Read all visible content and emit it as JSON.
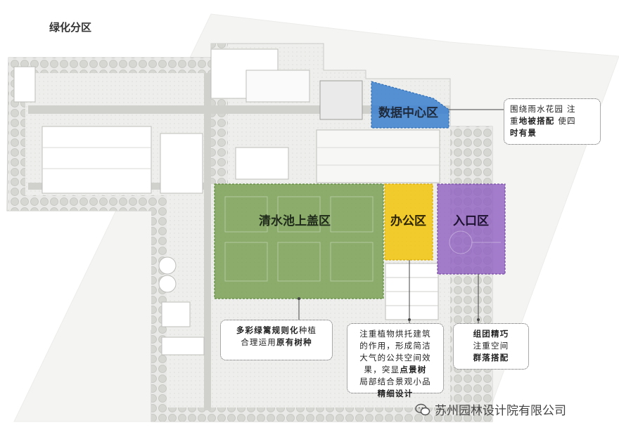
{
  "title": "绿化分区",
  "zones": {
    "data_center": {
      "label": "数据中心区",
      "color": "#3a7fcf"
    },
    "pool_cover": {
      "label": "清水池上盖区",
      "color": "#6f9a46"
    },
    "office": {
      "label": "办公区",
      "color": "#f2c200"
    },
    "entrance": {
      "label": "入口区",
      "color": "#8e5ec0"
    }
  },
  "callouts": {
    "data_center": {
      "line1": "围绕雨水花园 注",
      "line2a": "重",
      "line2b": "地被搭配",
      "line2c": " 使四",
      "line3": "时有景"
    },
    "pool_cover": {
      "line1a": "多彩绿篱规则化",
      "line1b": "种植",
      "line2a": "合理运用",
      "line2b": "原有树种"
    },
    "office": {
      "line1": "注重植物烘托建筑",
      "line2": "的作用，形成简洁",
      "line3": "大气的公共空间效",
      "line4a": "果，突显",
      "line4b": "点景树",
      "line5": "局部结合景观小品",
      "line6": "精细设计"
    },
    "entrance": {
      "line1": "组团精巧",
      "line2": "注重空间",
      "line3": "群落搭配"
    }
  },
  "watermark": {
    "text": "苏州园林设计院有限公司",
    "icon": "wechat-icon"
  }
}
